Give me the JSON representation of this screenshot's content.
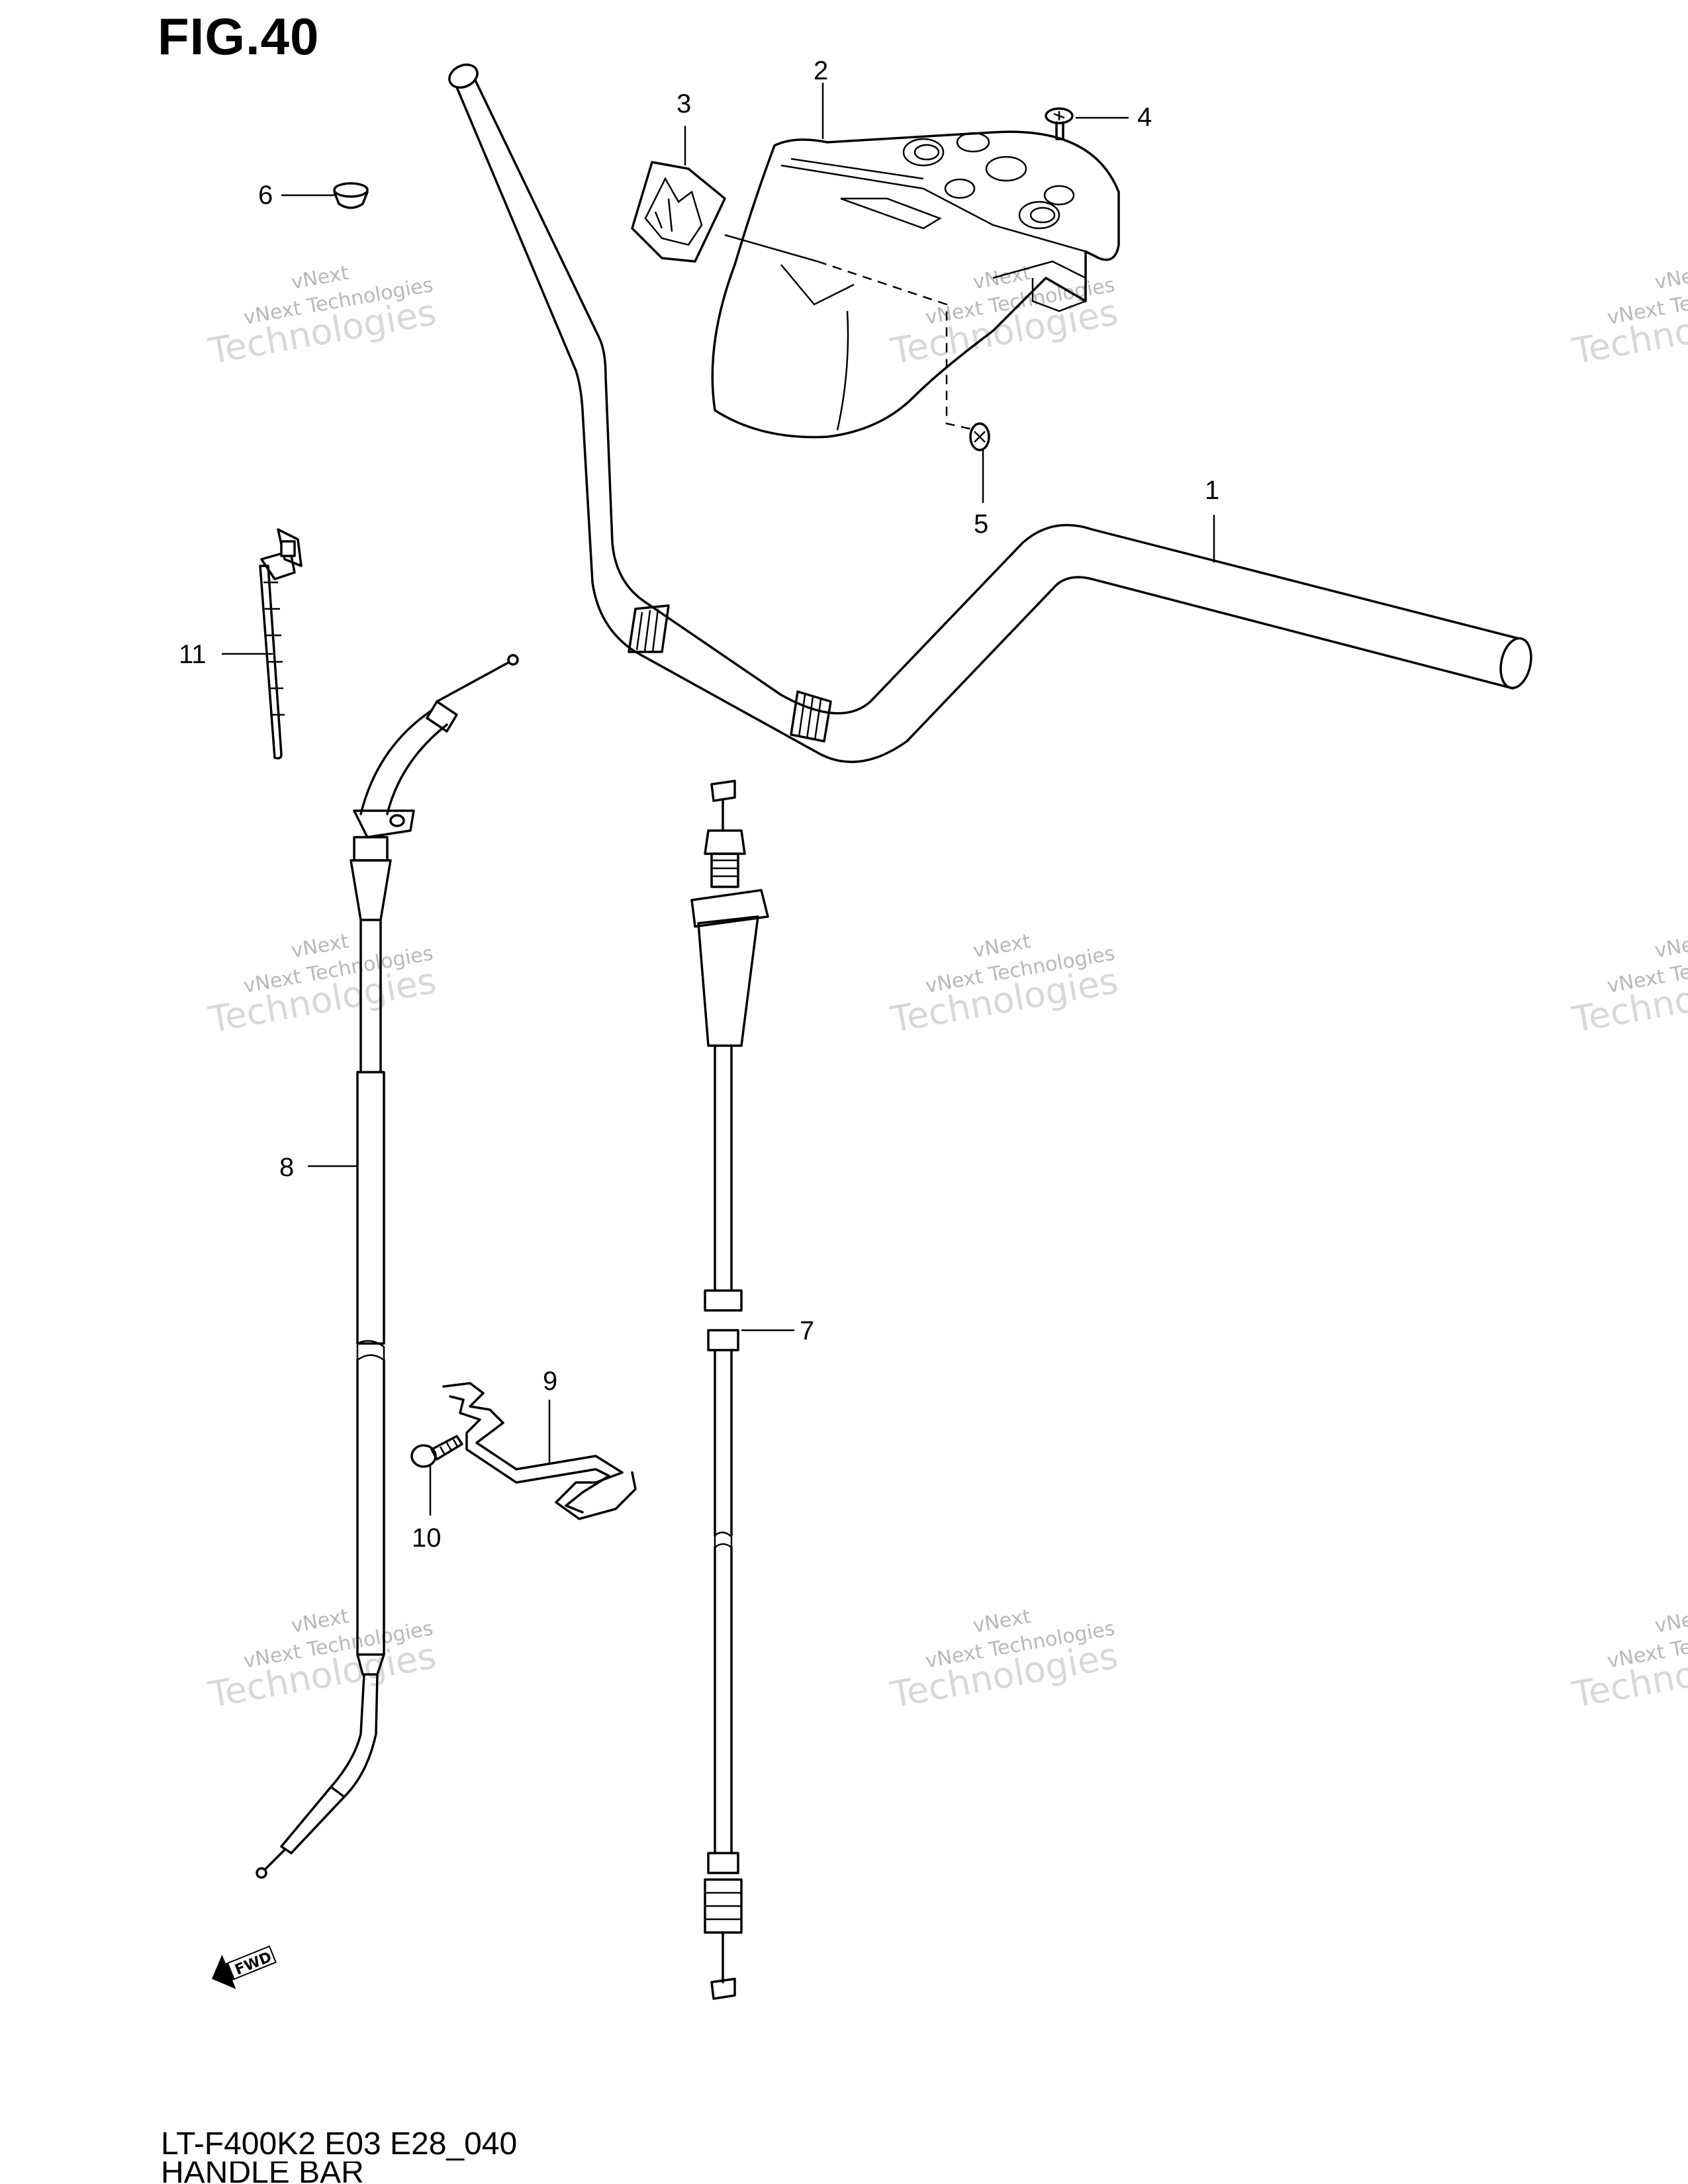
{
  "figure": {
    "title": "FIG.40",
    "model_code": "LT-F400K2 E03 E28_040",
    "section_name": "HANDLE BAR"
  },
  "callouts": [
    "1",
    "2",
    "3",
    "4",
    "5",
    "6",
    "7",
    "8",
    "9",
    "10",
    "11"
  ],
  "watermark": {
    "line1": "vNext",
    "line2": "vNext Technologies",
    "line3": "Technologies"
  },
  "fwd_label": "FWD"
}
